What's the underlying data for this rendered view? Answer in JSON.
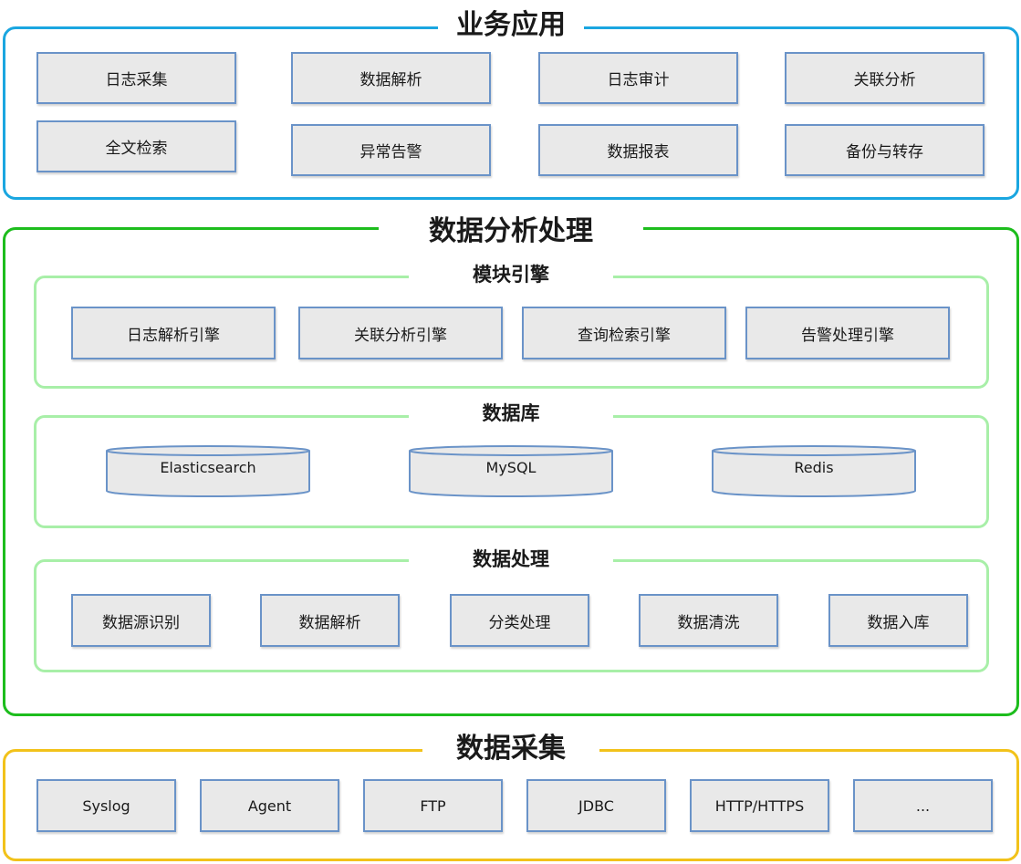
{
  "colors": {
    "business_border": "#1aa6e0",
    "analysis_border": "#1dbd1d",
    "sub_border": "#a8efa8",
    "collection_border": "#f2c21a",
    "box_fill": "#e9e9e9",
    "box_border": "#6a93c8"
  },
  "business": {
    "title": "业务应用",
    "items": [
      "日志采集",
      "数据解析",
      "日志审计",
      "关联分析",
      "全文检索",
      "异常告警",
      "数据报表",
      "备份与转存"
    ]
  },
  "analysis": {
    "title": "数据分析处理",
    "engines": {
      "title": "模块引擎",
      "items": [
        "日志解析引擎",
        "关联分析引擎",
        "查询检索引擎",
        "告警处理引擎"
      ]
    },
    "database": {
      "title": "数据库",
      "items": [
        "Elasticsearch",
        "MySQL",
        "Redis"
      ]
    },
    "processing": {
      "title": "数据处理",
      "items": [
        "数据源识别",
        "数据解析",
        "分类处理",
        "数据清洗",
        "数据入库"
      ]
    }
  },
  "collection": {
    "title": "数据采集",
    "items": [
      "Syslog",
      "Agent",
      "FTP",
      "JDBC",
      "HTTP/HTTPS",
      "..."
    ]
  }
}
